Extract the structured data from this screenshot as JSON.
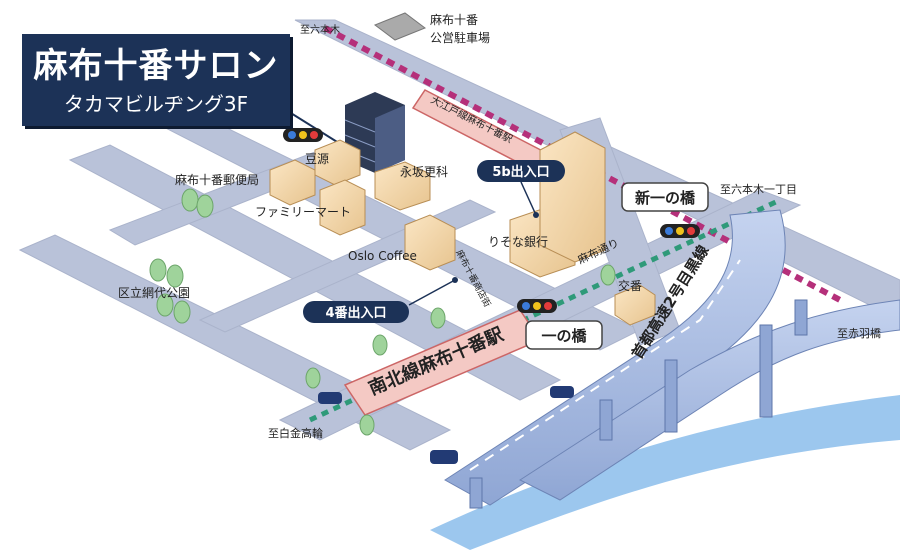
{
  "title": {
    "main": "麻布十番サロン",
    "sub": "タカマビルヂング3F"
  },
  "labels": {
    "parking_line1": "麻布十番",
    "parking_line2": "公営駐車場",
    "to_roppongi": "至六本木",
    "to_roppongi_1chome": "至六本木一丁目",
    "to_akabanebashi": "至赤羽橋",
    "to_shirokanetakanawa": "至白金高輪",
    "mamegen": "豆源",
    "post_office": "麻布十番郵便局",
    "nagasaka": "永坂更科",
    "family_mart": "ファミリーマート",
    "oslo": "Oslo Coffee",
    "resona": "りそな銀行",
    "shotengai": "麻布十番商店街",
    "azabu_dori": "麻布通り",
    "koban": "交番",
    "park": "区立網代公園",
    "oedo_station": "大江戸線麻布十番駅",
    "nanboku_station": "南北線麻布十番駅",
    "shin_ichinohashi": "新一の橋",
    "ichinohashi": "一の橋",
    "exit_5b": "5b出入口",
    "exit_4": "4番出入口",
    "highway": "首都高速2号目黒線"
  },
  "colors": {
    "title_bg": "#1c3257",
    "road": "#b9c2d9",
    "highway": "#a9bde3",
    "river": "#9cc7ee",
    "exit_badge": "#1c3257",
    "oedo_line": "#b5307a",
    "nanboku_line": "#2f9a79"
  },
  "icons": [
    "traffic-light-icon",
    "tree-icon",
    "car-icon",
    "building-icon"
  ]
}
